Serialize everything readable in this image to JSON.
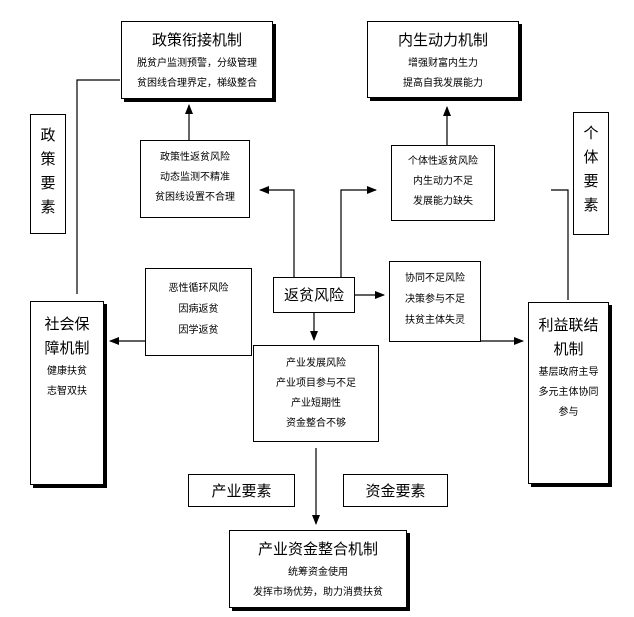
{
  "mechanisms": {
    "policy": {
      "title": "政策衔接机制",
      "lines": [
        "脱贫户监测预警，分级管理",
        "贫困线合理界定，梯级整合"
      ]
    },
    "endogenous": {
      "title": "内生动力机制",
      "lines": [
        "增强财富内生力",
        "提高自我发展能力"
      ]
    },
    "social": {
      "title_lines": [
        "社会保",
        "障机制"
      ],
      "lines": [
        "健康扶贫",
        "志智双扶"
      ]
    },
    "interest": {
      "title_lines": [
        "利益联结",
        "机制"
      ],
      "lines": [
        "基层政府主导",
        "多元主体协同",
        "参与"
      ]
    },
    "capital": {
      "title": "产业资金整合机制",
      "lines": [
        "统筹资金使用",
        "发挥市场优势，助力消费扶贫"
      ]
    }
  },
  "elements": {
    "policy": "政策要素",
    "individual": "个体要素",
    "industry": "产业要素",
    "capital": "资金要素"
  },
  "center": "返贫风险",
  "risks": {
    "policy": [
      "政策性返贫风险",
      "动态监测不精准",
      "贫困线设置不合理"
    ],
    "individual": [
      "个体性返贫风险",
      "内生动力不足",
      "发展能力缺失"
    ],
    "cycle": [
      "恶性循环风险",
      "因病返贫",
      "因学返贫"
    ],
    "cooperation": [
      "协同不足风险",
      "决策参与不足",
      "扶贫主体失灵"
    ],
    "industry": [
      "产业发展风险",
      "产业项目参与不足",
      "产业短期性",
      "资金整合不够"
    ]
  }
}
